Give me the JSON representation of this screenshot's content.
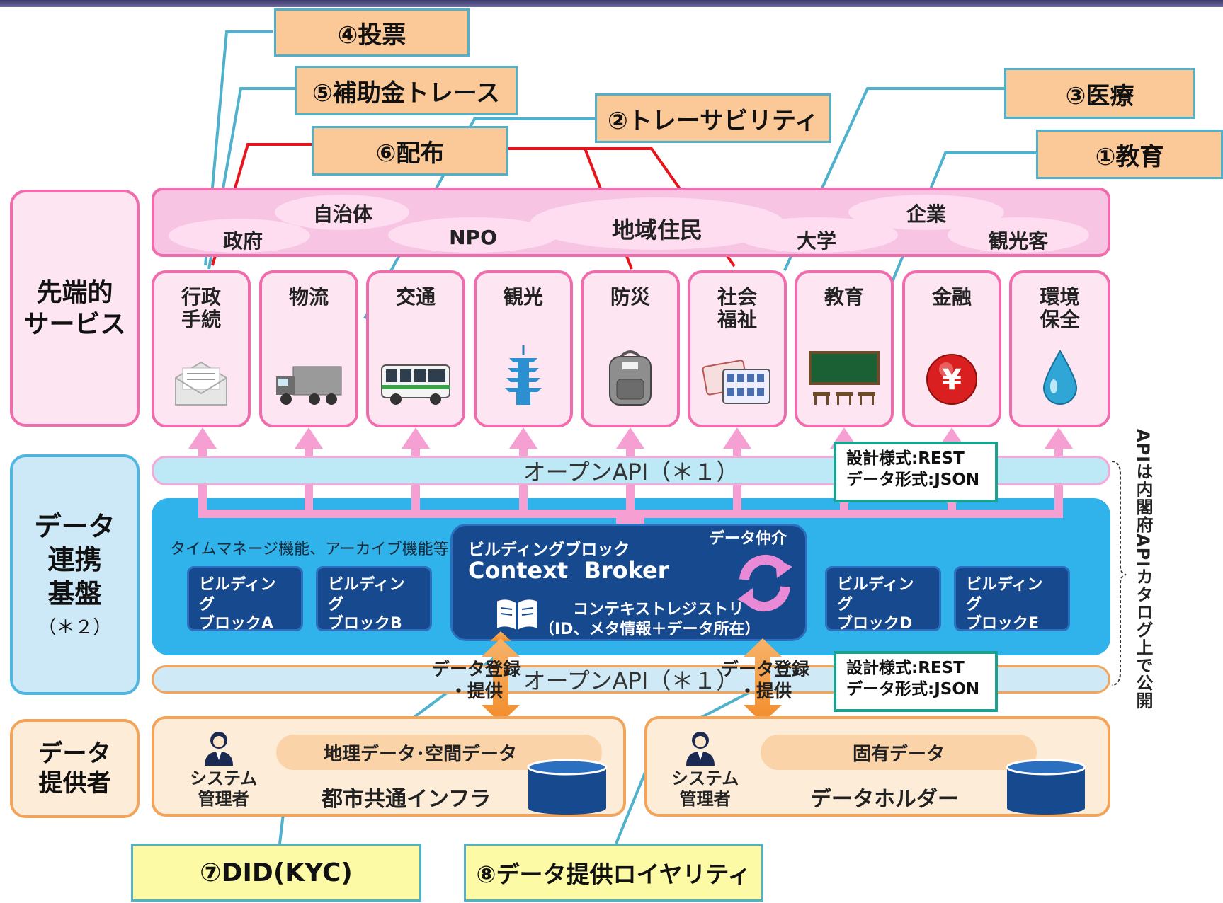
{
  "callouts": {
    "c4": "④投票",
    "c5": "⑤補助金トレース",
    "c2": "②トレーサビリティ",
    "c3": "③医療",
    "c6": "⑥配布",
    "c1": "①教育",
    "c7": "⑦DID(KYC)",
    "c8": "⑧データ提供ロイヤリティ"
  },
  "categories": {
    "services": "先端的\nサービス",
    "platform": "データ\n連携\n基盤",
    "platform_note": "（＊２）",
    "providers": "データ\n提供者"
  },
  "stakeholders": [
    "自治体",
    "政府",
    "NPO",
    "地域住民",
    "企業",
    "大学",
    "観光客"
  ],
  "services": [
    {
      "label": "行政\n手続",
      "icon": "envelope-icon"
    },
    {
      "label": "物流",
      "icon": "truck-icon"
    },
    {
      "label": "交通",
      "icon": "bus-icon"
    },
    {
      "label": "観光",
      "icon": "pagoda-icon"
    },
    {
      "label": "防災",
      "icon": "backpack-icon"
    },
    {
      "label": "社会\n福祉",
      "icon": "pill-pack-icon"
    },
    {
      "label": "教育",
      "icon": "blackboard-icon"
    },
    {
      "label": "金融",
      "icon": "yen-coin-icon"
    },
    {
      "label": "環境\n保全",
      "icon": "water-drop-icon"
    }
  ],
  "api": {
    "top": "オープンAPI（＊１）",
    "bottom": "オープンAPI（＊１）",
    "spec_line1": "設計様式:REST",
    "spec_line2": "データ形式:JSON",
    "side_note": "APIは内閣府APIカタログ上で公開"
  },
  "platform": {
    "features": "タイムマネージ機能、アーカイブ機能等",
    "bb_a": "ビルディング\nブロックA",
    "bb_b": "ビルディング\nブロックB",
    "bb_d": "ビルディング\nブロックD",
    "bb_e": "ビルディング\nブロックE",
    "cb_small": "ビルディングブロック",
    "cb_title": "Context  Broker",
    "cb_mediation": "データ仲介",
    "cb_registry": "コンテキストレジストリ",
    "cb_registry_detail": "（ID、メタ情報＋データ所在）"
  },
  "exchange": {
    "left": "データ登録\n・提供",
    "right": "データ登録\n・提供"
  },
  "providers": {
    "left_admin": "システム\n管理者",
    "left_band": "地理データ･空間データ",
    "left_name": "都市共通インフラ",
    "right_admin": "システム\n管理者",
    "right_band": "固有データ",
    "right_name": "データホルダー"
  },
  "colors": {
    "callout_fill": "#fbc998",
    "callout_border": "#4fb1cc",
    "red_line": "#e8141c",
    "blue_line": "#4fb1cc",
    "pink": "#f06cad",
    "platform": "#2fb3ea",
    "navy": "#17498f"
  }
}
